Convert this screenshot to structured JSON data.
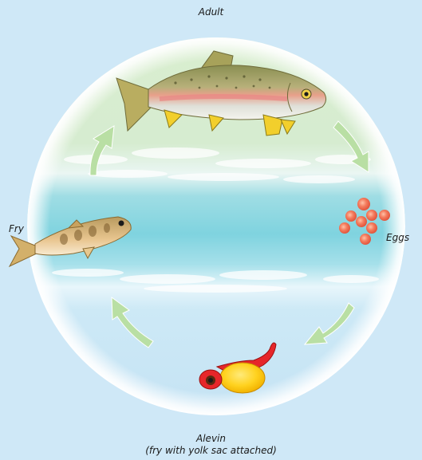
{
  "stages": {
    "adult": "Adult",
    "eggs": "Eggs",
    "alevin": "Alevin",
    "alevin_note": "(fry with yolk sac attached)",
    "fry": "Fry"
  },
  "colors": {
    "background": "#cfe8f7",
    "land_green": "#d3ebc9",
    "water_band": "#7fd3df",
    "arrow_green": "#b9dfa4",
    "egg_orange": "#f07a5e",
    "yolk": "#ffd21f",
    "alevin_red": "#e6262a"
  },
  "icons": [
    "adult-trout-icon",
    "eggs-cluster-icon",
    "alevin-icon",
    "fry-icon",
    "cycle-arrow-icon"
  ]
}
